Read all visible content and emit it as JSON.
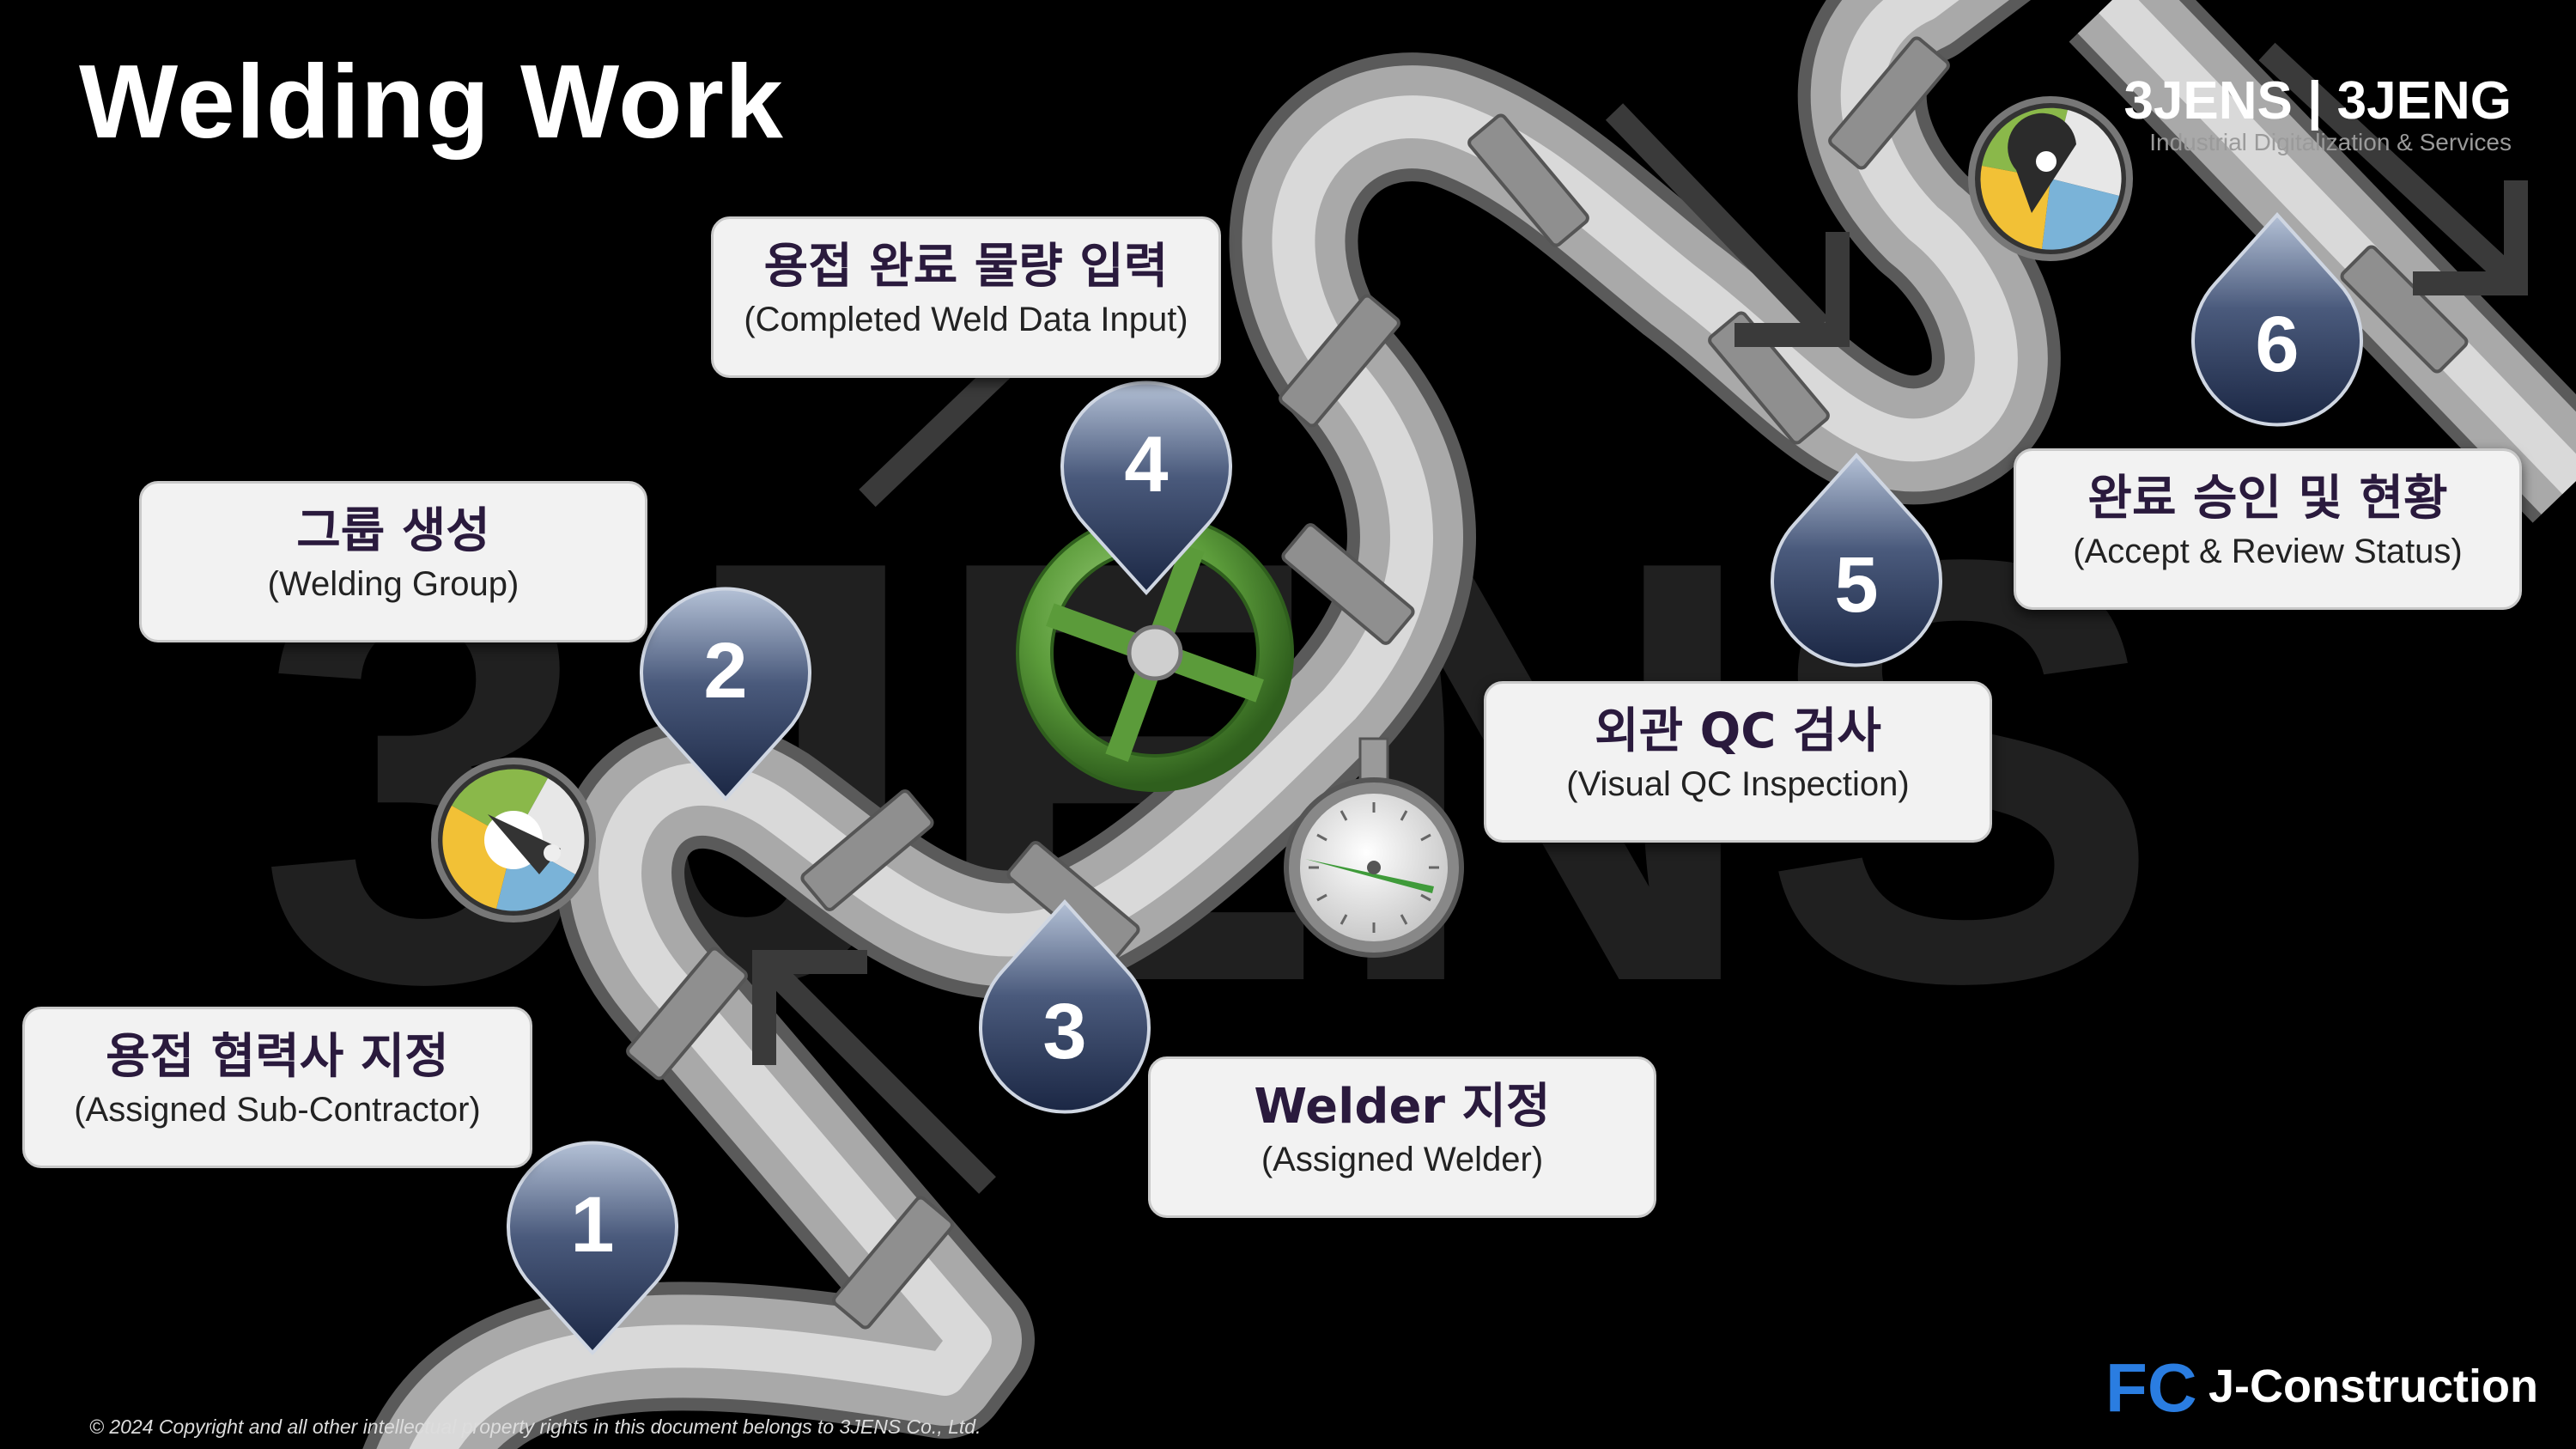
{
  "slide": {
    "title": "Welding Work",
    "watermark": "3JENS"
  },
  "brand": {
    "name": "3JENS | 3JENG",
    "tagline": "Industrial Digitalization & Services",
    "footer_logo_text": "J-Construction",
    "footer_logo_mark": "FC"
  },
  "footer": {
    "copyright": "© 2024 Copyright and all other intellectual property rights in this document belongs to 3JENS Co., Ltd."
  },
  "steps": [
    {
      "number": "1",
      "ko": "용접 협력사 지정",
      "en": "(Assigned Sub-Contractor)"
    },
    {
      "number": "2",
      "ko": "그룹 생성",
      "en": "(Welding Group)"
    },
    {
      "number": "3",
      "ko": "Welder 지정",
      "en": "(Assigned Welder)"
    },
    {
      "number": "4",
      "ko": "용접 완료 물량 입력",
      "en": "(Completed Weld Data Input)"
    },
    {
      "number": "5",
      "ko": "외관 QC 검사",
      "en": "(Visual QC Inspection)"
    },
    {
      "number": "6",
      "ko": "완료 승인 및 현황",
      "en": "(Accept & Review Status)"
    }
  ],
  "icons": [
    "pressure-gauge-icon",
    "valve-wheel-icon",
    "dial-gauge-icon",
    "location-pin-gauge-icon"
  ],
  "colors": {
    "background": "#000000",
    "box": "#f2f2f2",
    "drop_top": "#a9b7cf",
    "drop_bottom": "#1d2a48",
    "pipe": "#b8b8b8",
    "valve": "#5da03e",
    "fc_blue": "#2a7de1"
  }
}
